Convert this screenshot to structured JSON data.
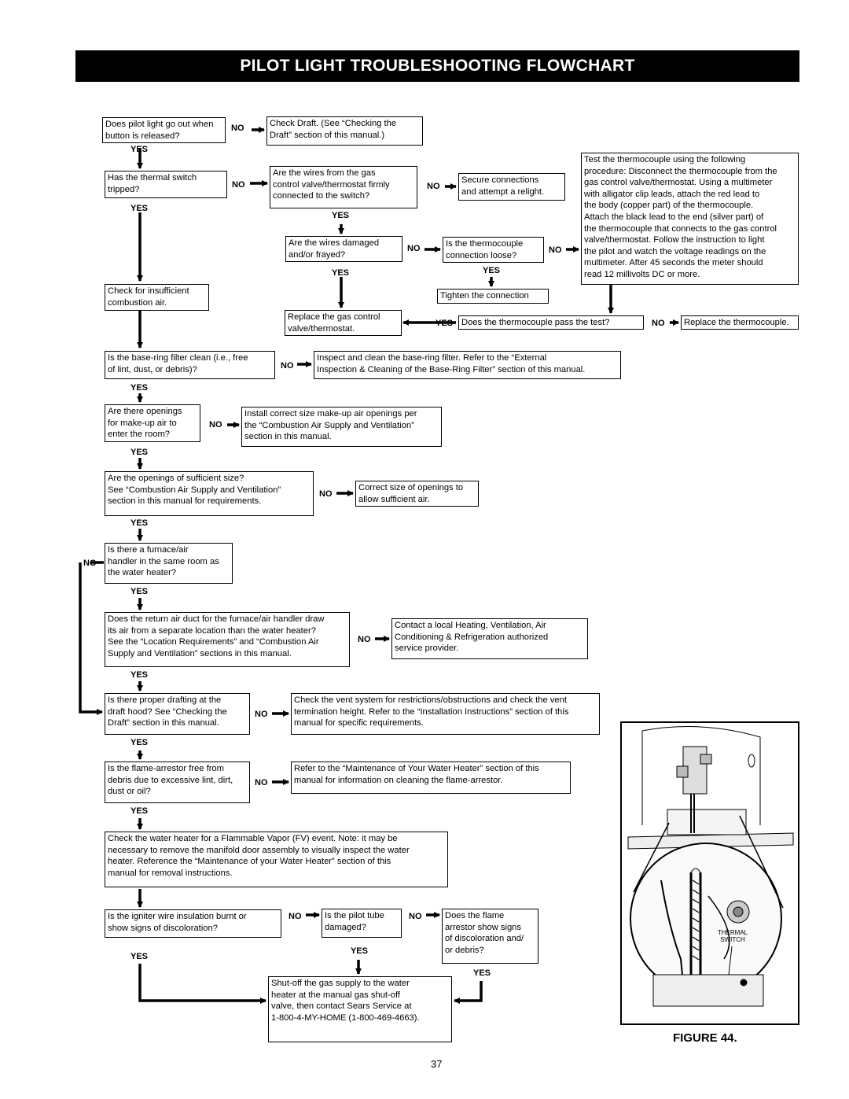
{
  "title": "PILOT LIGHT TROUBLESHOOTING FLOWCHART",
  "labels": {
    "yes": "YES",
    "no": "NO"
  },
  "boxes": {
    "b1": "Does pilot light go out when\nbutton is released?",
    "b2": "Check Draft. (See “Checking the\nDraft” section of this manual.)",
    "b3": "Has the thermal switch\ntripped?",
    "b4": "Are the wires from the gas\ncontrol valve/thermostat firmly\nconnected to the switch?",
    "b5": "Secure connections\nand attempt a relight.",
    "b6": "Test the thermocouple using the following\nprocedure: Disconnect the thermocouple from the\ngas control valve/thermostat. Using a multimeter\nwith alligator clip leads, attach the red lead to\nthe body (copper part) of the thermocouple.\nAttach the black lead to the end (silver part) of\nthe thermocouple that connects to the gas control\nvalve/thermostat. Follow the instruction to light\nthe pilot and watch the voltage readings on the\nmultimeter. After 45 seconds the meter should\nread 12 millivolts DC or more.",
    "b7": "Are the wires damaged\nand/or frayed?",
    "b8": "Is the thermocouple\nconnection loose?",
    "b9": "Check for insufficient\ncombustion air.",
    "b10": "Tighten the connection",
    "b11": "Replace the gas control\nvalve/thermostat.",
    "b12": "Does the thermocouple pass the test?",
    "b13": "Replace the thermocouple.",
    "b14": "Is the base-ring filter clean (i.e., free\nof lint, dust, or debris)?",
    "b15": "Inspect and clean the base-ring filter. Refer to the “External\nInspection & Cleaning of the Base-Ring Filter” section of this manual.",
    "b16": "Are there openings\nfor make-up air to\nenter the room?",
    "b17": "Install correct size make-up air openings per\nthe “Combustion Air Supply and Ventilation”\nsection in this manual.",
    "b18": "Are the openings of sufficient size?\nSee “Combustion Air Supply and Ventilation”\nsection in this manual for requirements.",
    "b19": "Correct size of openings to\nallow sufficient air.",
    "b20": "Is there a furnace/air\nhandler in the same room as\nthe water heater?",
    "b21": "Does the return air duct for the furnace/air handler draw\nits air from a separate location than the water heater?\nSee the “Location Requirements” and “Combustion Air\nSupply and Ventilation” sections in this manual.",
    "b22": "Contact a local Heating, Ventilation, Air\nConditioning & Refrigeration authorized\nservice provider.",
    "b23": "Is there proper drafting at the\ndraft hood? See “Checking the\nDraft” section in this manual.",
    "b24": "Check the vent system for restrictions/obstructions and check the vent\ntermination height. Refer to the “Installation Instructions” section of this\nmanual for specific requirements.",
    "b25": "Is the flame-arrestor free from\ndebris due to excessive lint, dirt,\ndust or oil?",
    "b26": "Refer to the “Maintenance of Your Water Heater” section of this\nmanual for information on cleaning the flame-arrestor.",
    "b27": "Check the water heater for a Flammable Vapor (FV) event. Note: it may be\nnecessary to remove the manifold door assembly to visually inspect the water\nheater. Reference the “Maintenance of your Water Heater” section of this\nmanual for removal instructions.",
    "b28": "Is the igniter wire insulation burnt or\nshow signs of discoloration?",
    "b29": "Is the pilot tube\ndamaged?",
    "b30": "Does the flame\narrestor show signs\nof discoloration and/\nor debris?",
    "b31": "Shut-off the gas supply to the water\nheater at the manual gas shut-off\nvalve, then contact Sears Service at\n1-800-4-MY-HOME (1-800-469-4663)."
  },
  "figure": {
    "caption": "FIGURE 44.",
    "callout": "THERMAL\nSWITCH"
  },
  "page_number": "37"
}
